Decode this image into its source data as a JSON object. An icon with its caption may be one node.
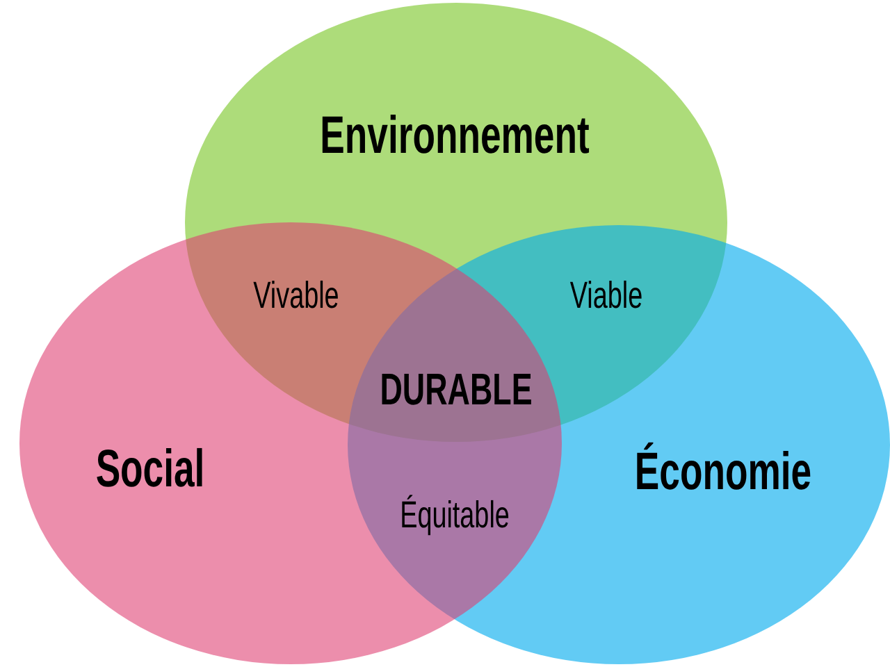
{
  "diagram": {
    "nodes": [
      {
        "text": [
          "Environnement"
        ]
      },
      {
        "text": [
          "Social"
        ]
      },
      {
        "text": [
          "Économie"
        ]
      }
    ],
    "labels": [
      "Vivable",
      "Viable",
      "DURABLE",
      "Équitable"
    ]
  }
}
